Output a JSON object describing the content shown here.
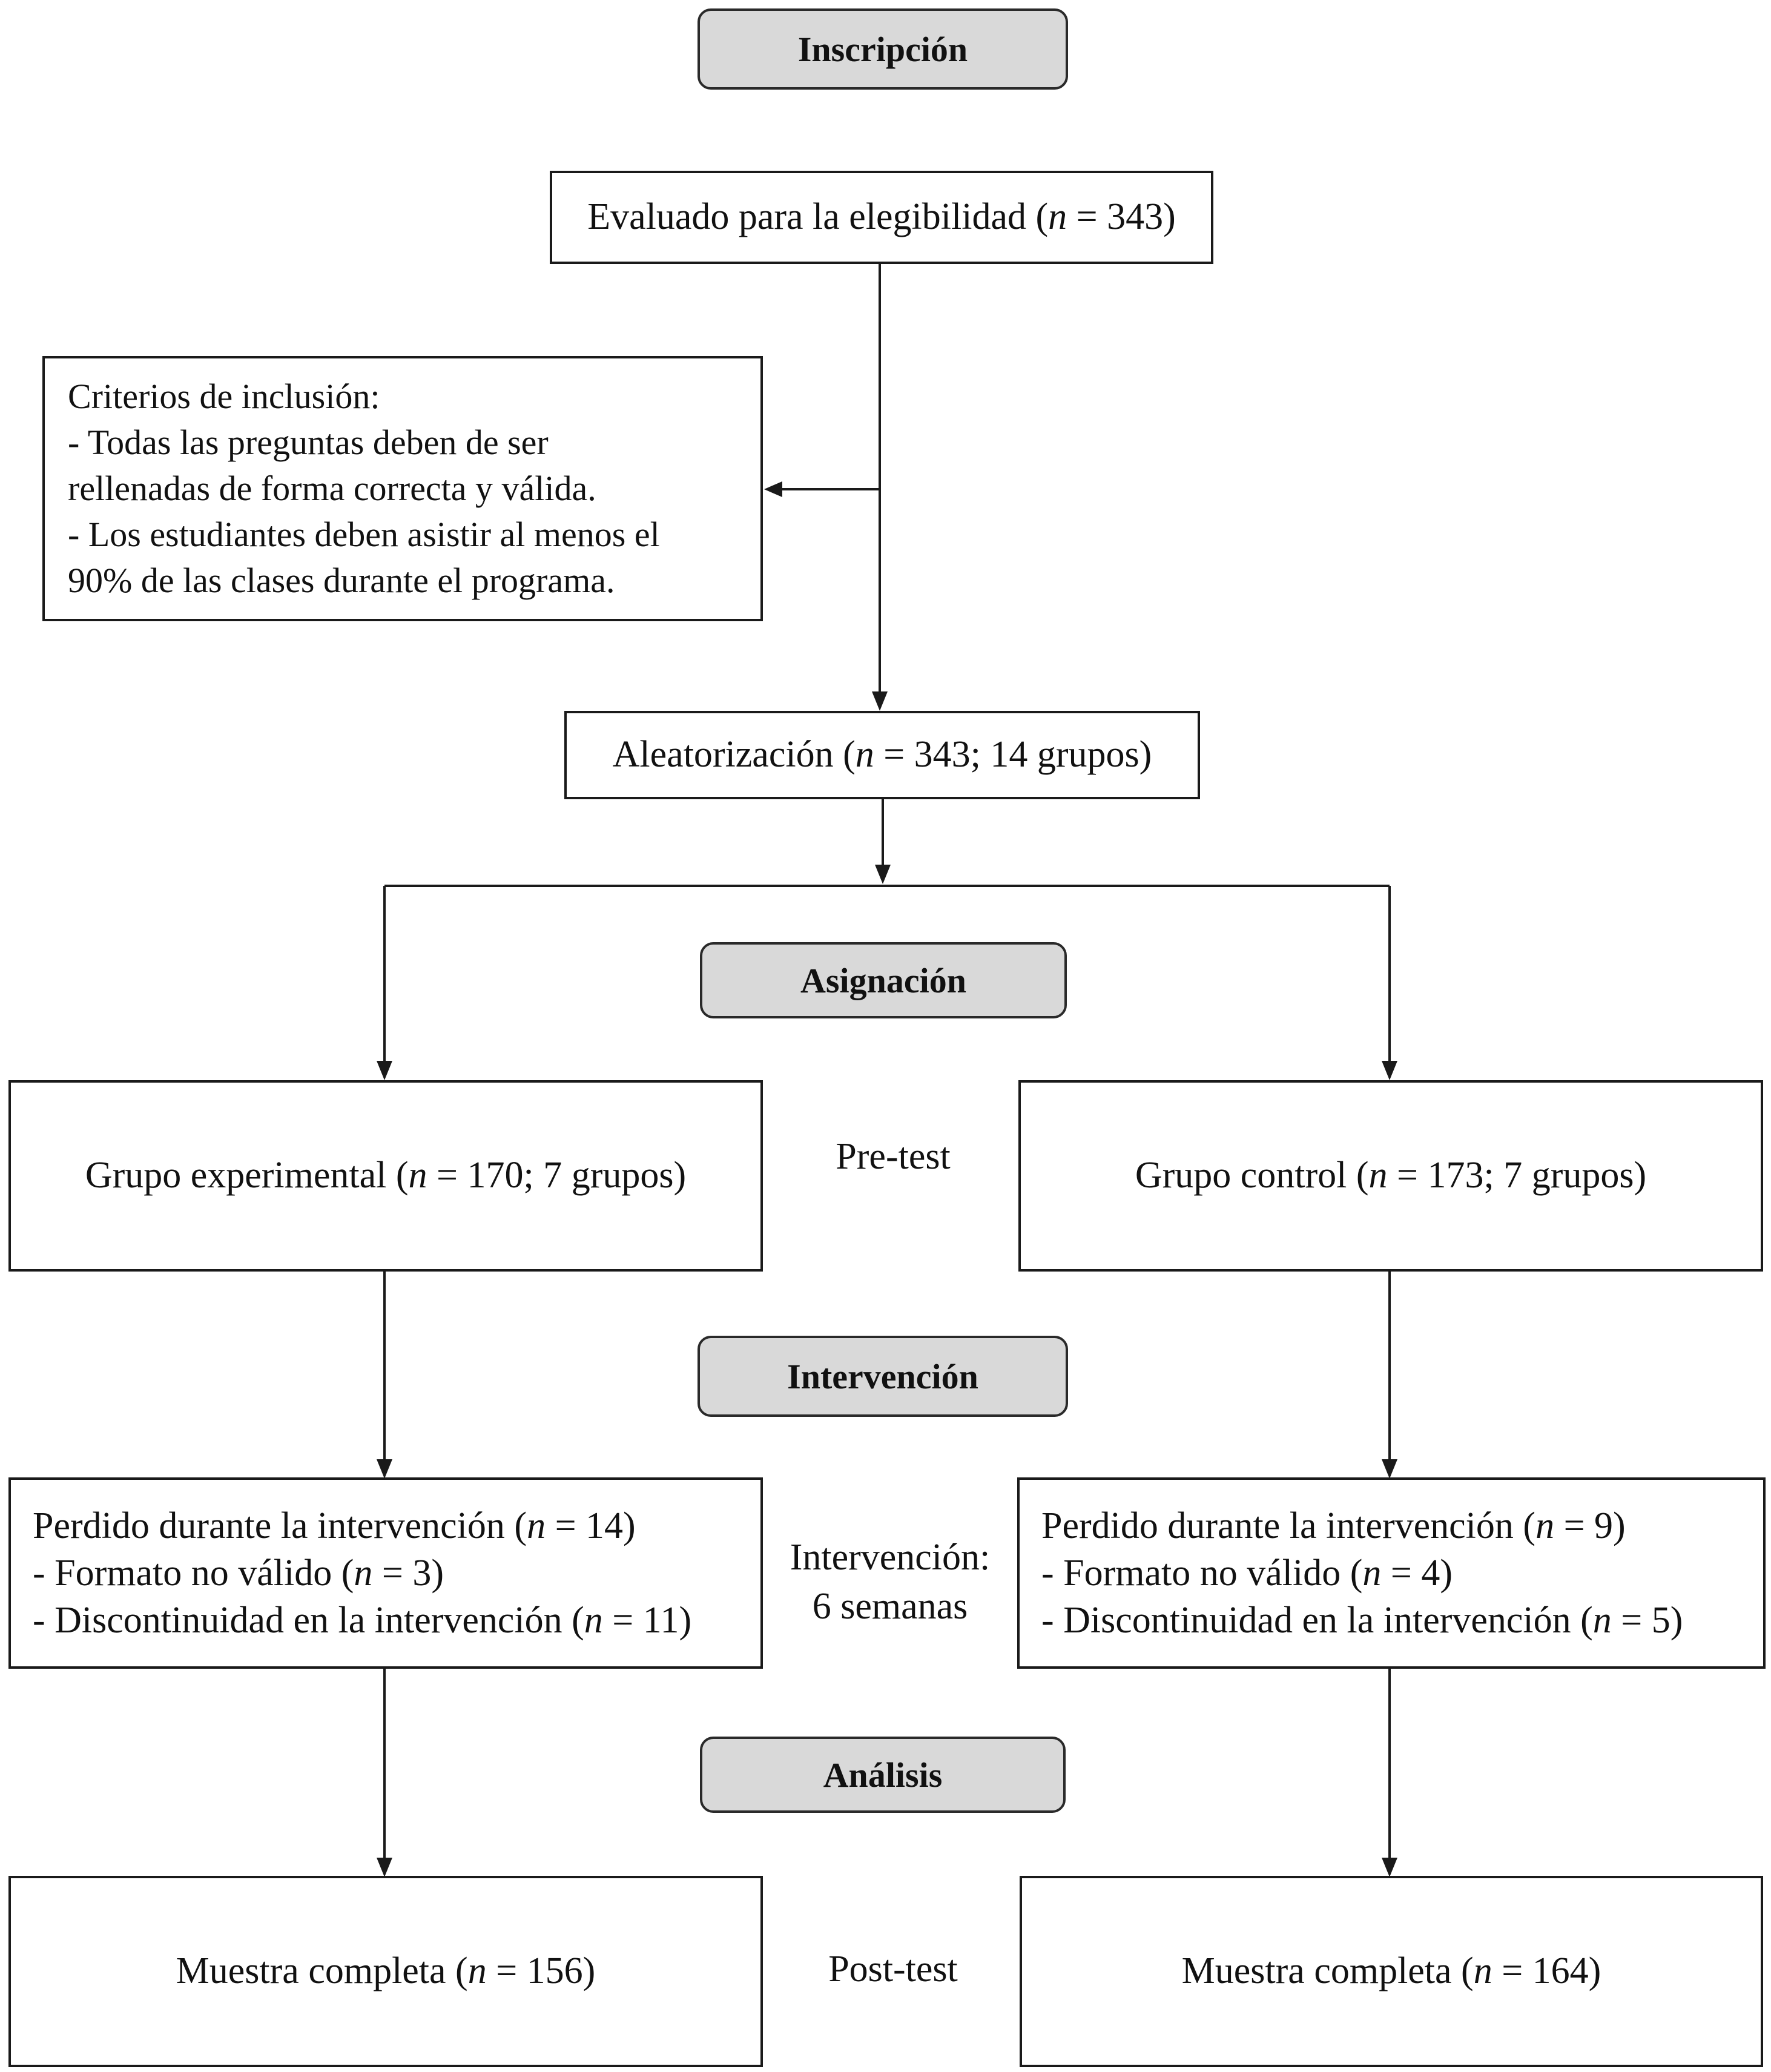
{
  "stages": {
    "inscripcion": "Inscripción",
    "asignacion": "Asignación",
    "intervencion": "Intervención",
    "analisis": "Análisis"
  },
  "boxes": {
    "evaluado": {
      "pre": "Evaluado  para la elegibilidad  (",
      "n_symbol": "n",
      "post": " = 343)"
    },
    "criterios": [
      "Criterios  de inclusión:",
      "- Todas las preguntas  deben de ser",
      "rellenadas  de forma  correcta y válida.",
      "- Los estudiantes  deben asistir  al menos   el",
      "90% de las clases  durante  el programa."
    ],
    "aleatorizacion": {
      "pre": "Aleatorización  (",
      "n_symbol": "n",
      "post": " = 343; 14 grupos)"
    },
    "grupo_experimental": {
      "pre": "Grupo  experimental  (",
      "n_symbol": "n",
      "post": " = 170;  7 grupos)"
    },
    "grupo_control": {
      "pre": "Grupo  control  (",
      "n_symbol": "n",
      "post": " = 173;  7 grupos)"
    },
    "perdido_exp": [
      {
        "pre": "Perdido  durante  la intervención   (",
        "n_symbol": "n",
        "post": " = 14)"
      },
      {
        "pre": "- Formato  no válido  (",
        "n_symbol": "n",
        "post": " = 3)"
      },
      {
        "pre": "- Discontinuidad   en la intervención   (",
        "n_symbol": "n",
        "post": " = 11)"
      }
    ],
    "perdido_ctrl": [
      {
        "pre": "Perdido  durante  la intervención   (",
        "n_symbol": "n",
        "post": " = 9)"
      },
      {
        "pre": "- Formato  no válido  (",
        "n_symbol": "n",
        "post": " = 4)"
      },
      {
        "pre": "- Discontinuidad   en la intervención   (",
        "n_symbol": "n",
        "post": " = 5)"
      }
    ],
    "muestra_exp": {
      "pre": "Muestra  completa  (",
      "n_symbol": "n",
      "post": " = 156)"
    },
    "muestra_ctrl": {
      "pre": "Muestra  completa  (",
      "n_symbol": "n",
      "post": " = 164)"
    }
  },
  "labels": {
    "pretest": "Pre-test",
    "intervencion_line1": "Intervención:",
    "intervencion_line2": "6 semanas",
    "posttest": "Post-test"
  }
}
